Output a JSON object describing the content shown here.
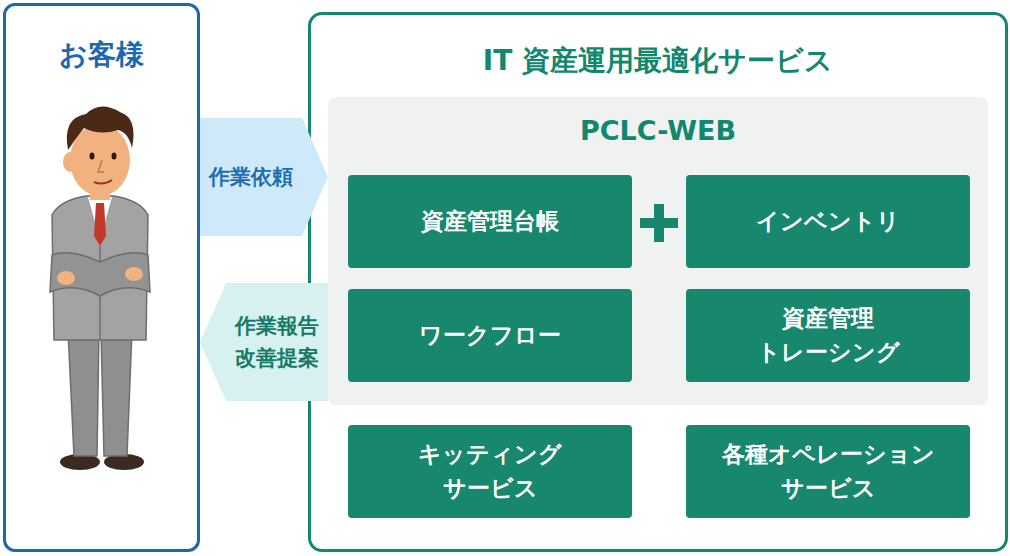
{
  "diagram": {
    "nodes": [
      {
        "text": [
          "お客様"
        ]
      },
      {
        "text": [
          "IT 資産運用最適化サービス"
        ]
      },
      {
        "text": [
          "PCLC-WEB"
        ],
        "in": 1
      },
      {
        "text": [
          "資産管理台帳"
        ],
        "in": 2
      },
      {
        "text": [
          "インベントリ"
        ],
        "in": 2
      },
      {
        "text": [
          "ワークフロー"
        ],
        "in": 2
      },
      {
        "text": [
          "資産管理 トレーシング"
        ],
        "in": 2
      },
      {
        "text": [
          "キッティング サービス"
        ],
        "in": 1
      },
      {
        "text": [
          "各種オペレーション サービス"
        ],
        "in": 1
      }
    ],
    "edges": [
      {
        "from": 0,
        "to": 2,
        "label": "作業依頼",
        "arrow": "to"
      },
      {
        "from": 2,
        "to": 0,
        "label": "作業報告 改善提案",
        "arrow": "to"
      }
    ]
  }
}
